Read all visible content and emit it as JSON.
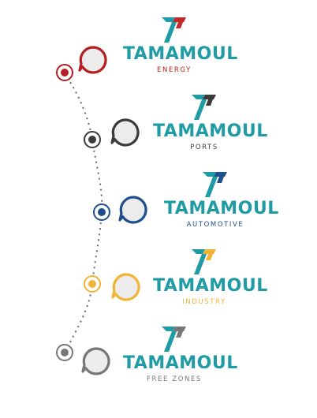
{
  "brands": [
    {
      "name": "TAMAMOUL",
      "division": "ENERGY",
      "color": "#b51f24",
      "logo_accent": "#c0282a"
    },
    {
      "name": "TAMAMOUL",
      "division": "PORTS",
      "color": "#3b3b3b",
      "logo_accent": "#3b3b3b"
    },
    {
      "name": "TAMAMOUL",
      "division": "AUTOMOTIVE",
      "color": "#1e4e8c",
      "logo_accent": "#1e4e8c"
    },
    {
      "name": "TAMAMOUL",
      "division": "INDUSTRY",
      "color": "#f1b434",
      "logo_accent": "#f1b434"
    },
    {
      "name": "TAMAMOUL",
      "division": "FREE ZONES",
      "color": "#777777",
      "logo_accent": "#777777"
    }
  ],
  "brand_teal": "#1f9ba5",
  "path_color": "#6b6b6b",
  "icons": {
    "node": "ring-node-icon",
    "bubble": "speech-bubble-icon",
    "logo": "tamamoul-logo-mark"
  }
}
